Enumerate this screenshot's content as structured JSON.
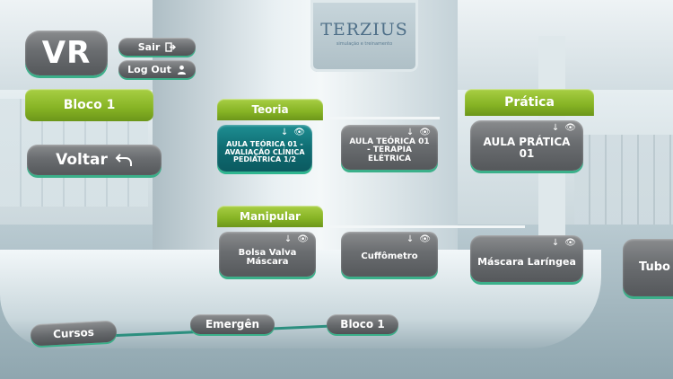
{
  "brand": {
    "sign_text": "TERZIUS",
    "sign_sub": "simulação e treinamento"
  },
  "top": {
    "vr_label": "VR",
    "sair_label": "Sair",
    "logout_label": "Log Out"
  },
  "nav": {
    "bloco_label": "Bloco 1",
    "voltar_label": "Voltar"
  },
  "sections": {
    "teoria": "Teoria",
    "pratica": "Prática",
    "manipular": "Manipular"
  },
  "cards": {
    "teoria": [
      {
        "label": "AULA TEÓRICA 01 - AVALIAÇÃO CLÍNICA PEDIÁTRICA 1/2"
      },
      {
        "label": "AULA TEÓRICA 01 - TERAPIA ELÉTRICA"
      }
    ],
    "pratica": [
      {
        "label": "AULA PRÁTICA 01"
      }
    ],
    "manipular": [
      {
        "label": "Bolsa Valva Máscara"
      },
      {
        "label": "Cuffômetro"
      },
      {
        "label": "Máscara Laríngea"
      },
      {
        "label": "Tubo"
      }
    ]
  },
  "breadcrumb": {
    "items": [
      "Cursos",
      "Emergên",
      "Bloco 1"
    ]
  }
}
